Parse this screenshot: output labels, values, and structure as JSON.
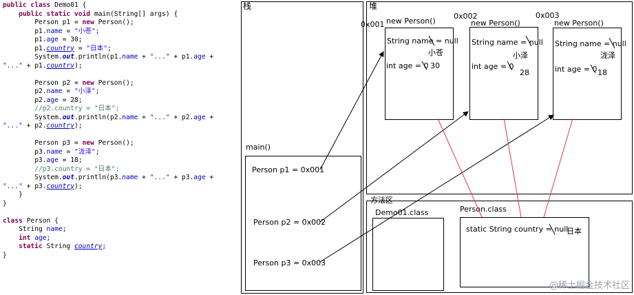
{
  "code_lines": [
    [
      [
        "kw",
        "public class "
      ],
      [
        "",
        "Demo01 {"
      ]
    ],
    [
      [
        "",
        "    "
      ],
      [
        "kw",
        "public static void "
      ],
      [
        "",
        "main(String[] args) {"
      ]
    ],
    [
      [
        "",
        "        Person p1 = "
      ],
      [
        "kw",
        "new "
      ],
      [
        "",
        "Person();"
      ]
    ],
    [
      [
        "",
        "        p1."
      ],
      [
        "fld",
        "name"
      ],
      [
        "",
        " = "
      ],
      [
        "str",
        "\"小苍\""
      ],
      [
        "",
        ";"
      ]
    ],
    [
      [
        "",
        "        p1."
      ],
      [
        "fld",
        "age"
      ],
      [
        "",
        " = 30;"
      ]
    ],
    [
      [
        "",
        "        p1."
      ],
      [
        "sfld",
        "country"
      ],
      [
        "",
        " = "
      ],
      [
        "str",
        "\"日本\""
      ],
      [
        "",
        ";"
      ]
    ],
    [
      [
        "",
        "        System."
      ],
      [
        "static-out",
        "out"
      ],
      [
        "",
        ".println(p1."
      ],
      [
        "fld",
        "name"
      ],
      [
        "",
        " + "
      ],
      [
        "str",
        "\"...\""
      ],
      [
        "",
        " + p1."
      ],
      [
        "fld",
        "age"
      ],
      [
        "",
        " +"
      ]
    ],
    [
      [
        "str",
        "\"...\""
      ],
      [
        "",
        " + p1."
      ],
      [
        "sfld",
        "country"
      ],
      [
        "",
        ");"
      ]
    ],
    [
      [
        "",
        ""
      ]
    ],
    [
      [
        "",
        "        Person p2 = "
      ],
      [
        "kw",
        "new "
      ],
      [
        "",
        "Person();"
      ]
    ],
    [
      [
        "",
        "        p2."
      ],
      [
        "fld",
        "name"
      ],
      [
        "",
        " = "
      ],
      [
        "str",
        "\"小泽\""
      ],
      [
        "",
        ";"
      ]
    ],
    [
      [
        "",
        "        p2."
      ],
      [
        "fld",
        "age"
      ],
      [
        "",
        " = 28;"
      ]
    ],
    [
      [
        "cm",
        "        //p2.country = \"日本\";"
      ]
    ],
    [
      [
        "",
        "        System."
      ],
      [
        "static-out",
        "out"
      ],
      [
        "",
        ".println(p2."
      ],
      [
        "fld",
        "name"
      ],
      [
        "",
        " + "
      ],
      [
        "str",
        "\"...\""
      ],
      [
        "",
        " + p2."
      ],
      [
        "fld",
        "age"
      ],
      [
        "",
        " +"
      ]
    ],
    [
      [
        "str",
        "\"...\""
      ],
      [
        "",
        " + p2."
      ],
      [
        "sfld",
        "country"
      ],
      [
        "",
        ");"
      ]
    ],
    [
      [
        "",
        ""
      ]
    ],
    [
      [
        "",
        "        Person p3 = "
      ],
      [
        "kw",
        "new "
      ],
      [
        "",
        "Person();"
      ]
    ],
    [
      [
        "",
        "        p3."
      ],
      [
        "fld",
        "name"
      ],
      [
        "",
        " = "
      ],
      [
        "str",
        "\"泷泽\""
      ],
      [
        "",
        ";"
      ]
    ],
    [
      [
        "",
        "        p3."
      ],
      [
        "fld",
        "age"
      ],
      [
        "",
        " = 18;"
      ]
    ],
    [
      [
        "cm",
        "        //p3.country = \"日本\";"
      ]
    ],
    [
      [
        "",
        "        System."
      ],
      [
        "static-out",
        "out"
      ],
      [
        "",
        ".println(p3."
      ],
      [
        "fld",
        "name"
      ],
      [
        "",
        " + "
      ],
      [
        "str",
        "\"...\""
      ],
      [
        "",
        " + p3."
      ],
      [
        "fld",
        "age"
      ],
      [
        "",
        " +"
      ]
    ],
    [
      [
        "str",
        "\"...\""
      ],
      [
        "",
        " + p3."
      ],
      [
        "sfld",
        "country"
      ],
      [
        "",
        ");"
      ]
    ],
    [
      [
        "",
        "    }"
      ]
    ],
    [
      [
        "",
        "}"
      ]
    ],
    [
      [
        "",
        ""
      ]
    ],
    [
      [
        "kw",
        "class "
      ],
      [
        "",
        "Person {"
      ]
    ],
    [
      [
        "",
        "    String "
      ],
      [
        "fld",
        "name"
      ],
      [
        "",
        ";"
      ]
    ],
    [
      [
        "",
        "    "
      ],
      [
        "kw",
        "int "
      ],
      [
        "fld",
        "age"
      ],
      [
        "",
        ";"
      ]
    ],
    [
      [
        "",
        "    "
      ],
      [
        "kw",
        "static "
      ],
      [
        "",
        "String "
      ],
      [
        "sfld",
        "country"
      ],
      [
        "",
        ";"
      ]
    ],
    [
      [
        "",
        "}"
      ]
    ]
  ],
  "diagram": {
    "stack_label": "栈",
    "heap_label": "堆",
    "method_area_label": "方法区",
    "main_frame_label": "main()",
    "vars": [
      {
        "text": "Person p1 =  0x001"
      },
      {
        "text": "Person p2 =  0x002"
      },
      {
        "text": "Person p3 =  0x003"
      }
    ],
    "objects": [
      {
        "title": "new Person()",
        "addr": "0x001",
        "name_line": "String name = null",
        "name_val": "小苍",
        "age_line": "int age = 0",
        "age_val": "30"
      },
      {
        "title": "new Person()",
        "addr": "0x002",
        "name_line": "String name = null",
        "name_val": "小泽",
        "age_line": "int age = 0",
        "age_val": "28"
      },
      {
        "title": "new Person()",
        "addr": "0x003",
        "name_line": "String name = null",
        "name_val": "泷泽",
        "age_line": "int age = 0",
        "age_val": "18"
      }
    ],
    "demo_class_label": "Demo01.class",
    "person_class_label": "Person.class",
    "static_field_line": "static String country = null",
    "static_field_val": "日本"
  },
  "watermark": "@稀土掘金技术社区"
}
